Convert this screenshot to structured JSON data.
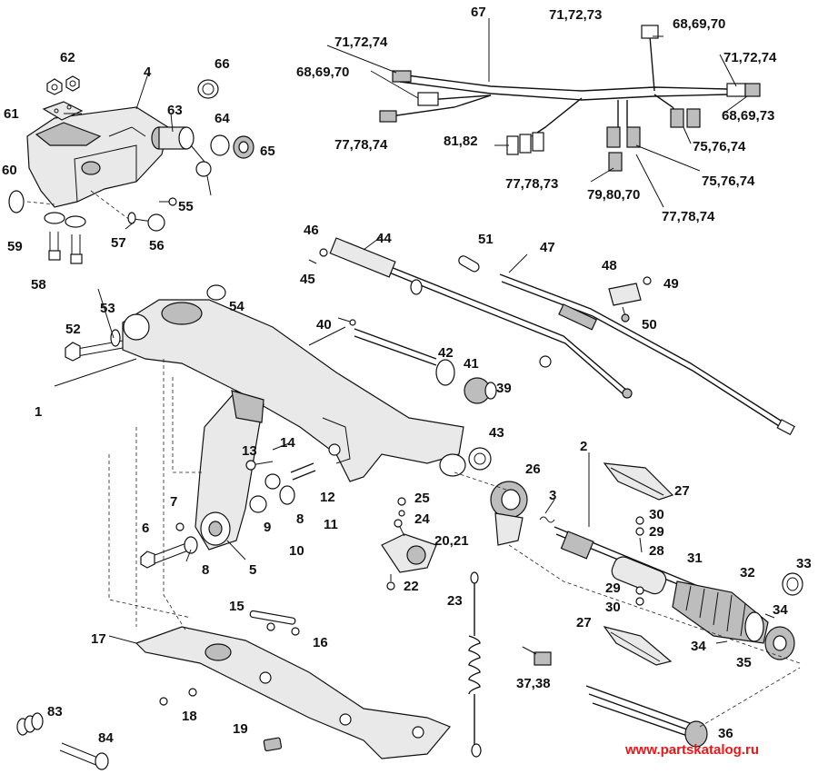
{
  "watermark": "www.partskatalog.ru",
  "callouts": {
    "c1": "1",
    "c2": "2",
    "c3": "3",
    "c4": "4",
    "c5": "5",
    "c6": "6",
    "c7": "7",
    "c8a": "8",
    "c8b": "8",
    "c9": "9",
    "c10": "10",
    "c11": "11",
    "c12": "12",
    "c13": "13",
    "c14": "14",
    "c15": "15",
    "c16": "16",
    "c17": "17",
    "c18": "18",
    "c19": "19",
    "c20_21": "20,21",
    "c22": "22",
    "c23": "23",
    "c24": "24",
    "c25": "25",
    "c26": "26",
    "c27a": "27",
    "c27b": "27",
    "c28": "28",
    "c29a": "29",
    "c29b": "29",
    "c30a": "30",
    "c30b": "30",
    "c31": "31",
    "c32": "32",
    "c33": "33",
    "c34a": "34",
    "c34b": "34",
    "c35": "35",
    "c36": "36",
    "c37_38": "37,38",
    "c39": "39",
    "c40": "40",
    "c41": "41",
    "c42": "42",
    "c43": "43",
    "c44": "44",
    "c45": "45",
    "c46": "46",
    "c47": "47",
    "c48": "48",
    "c49": "49",
    "c50": "50",
    "c51": "51",
    "c52": "52",
    "c53": "53",
    "c54": "54",
    "c55": "55",
    "c56": "56",
    "c57": "57",
    "c58": "58",
    "c59": "59",
    "c60": "60",
    "c61": "61",
    "c62": "62",
    "c63": "63",
    "c64": "64",
    "c65": "65",
    "c66": "66",
    "c67": "67",
    "c68_69_70a": "68,69,70",
    "c68_69_70b": "68,69,70",
    "c68_69_73": "68,69,73",
    "c71_72_73": "71,72,73",
    "c71_72_74a": "71,72,74",
    "c71_72_74b": "71,72,74",
    "c75_76_74a": "75,76,74",
    "c75_76_74b": "75,76,74",
    "c77_78_73": "77,78,73",
    "c77_78_74a": "77,78,74",
    "c77_78_74b": "77,78,74",
    "c79_80_70": "79,80,70",
    "c81_82": "81,82",
    "c83": "83",
    "c84": "84"
  }
}
